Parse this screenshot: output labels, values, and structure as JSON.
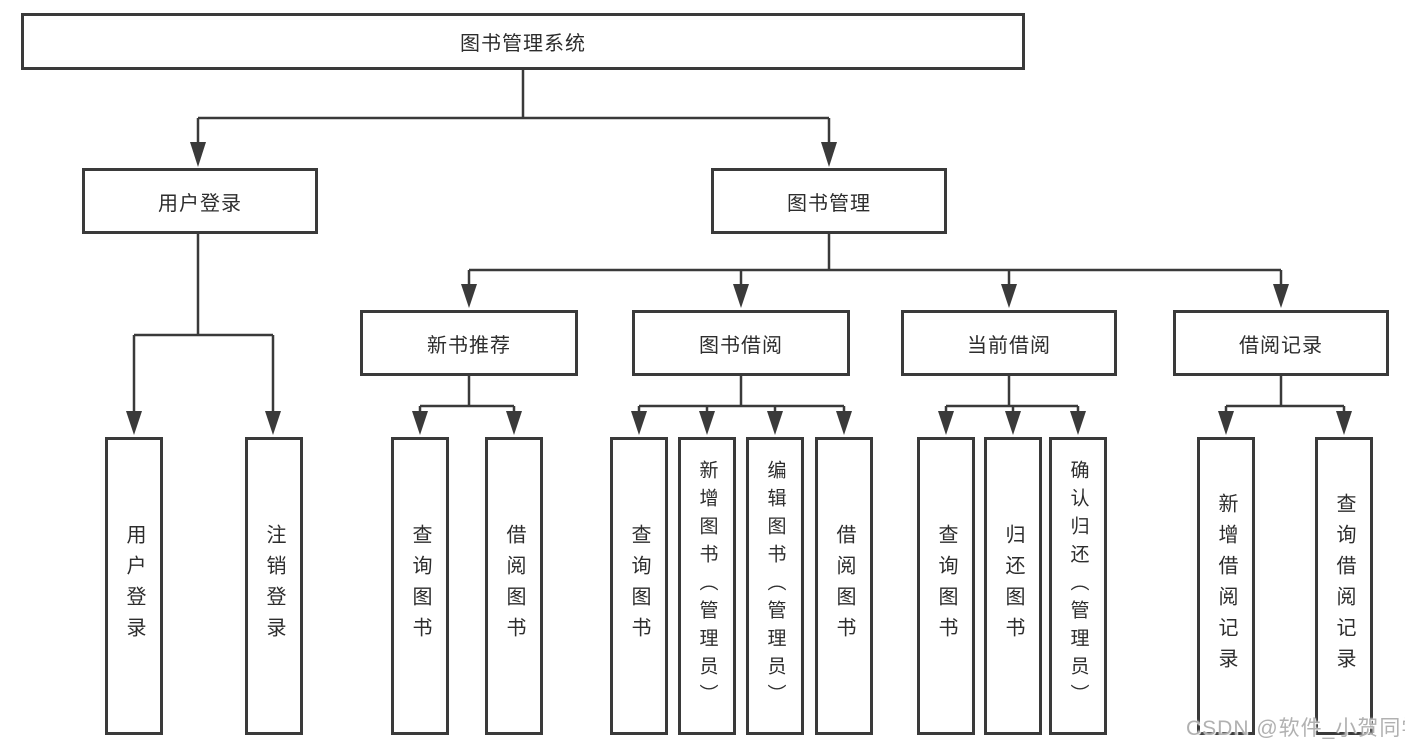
{
  "tree": {
    "root": {
      "label": "图书管理系统"
    },
    "branches": [
      {
        "label": "用户登录",
        "children": [
          {
            "label": "用户登录"
          },
          {
            "label": "注销登录"
          }
        ]
      },
      {
        "label": "图书管理",
        "children": [
          {
            "label": "新书推荐",
            "children": [
              {
                "label": "查询图书"
              },
              {
                "label": "借阅图书"
              }
            ]
          },
          {
            "label": "图书借阅",
            "children": [
              {
                "label": "查询图书"
              },
              {
                "label": "新增图书（管理员）"
              },
              {
                "label": "编辑图书（管理员）"
              },
              {
                "label": "借阅图书"
              }
            ]
          },
          {
            "label": "当前借阅",
            "children": [
              {
                "label": "查询图书"
              },
              {
                "label": "归还图书"
              },
              {
                "label": "确认归还（管理员）"
              }
            ]
          },
          {
            "label": "借阅记录",
            "children": [
              {
                "label": "新增借阅记录"
              },
              {
                "label": "查询借阅记录"
              }
            ]
          }
        ]
      }
    ]
  },
  "colors": {
    "line": "#3a3a3a",
    "text": "#2d2d2d",
    "background": "#ffffff",
    "watermark": "#adadad"
  },
  "watermark": "CSDN @软件_小贺同学"
}
